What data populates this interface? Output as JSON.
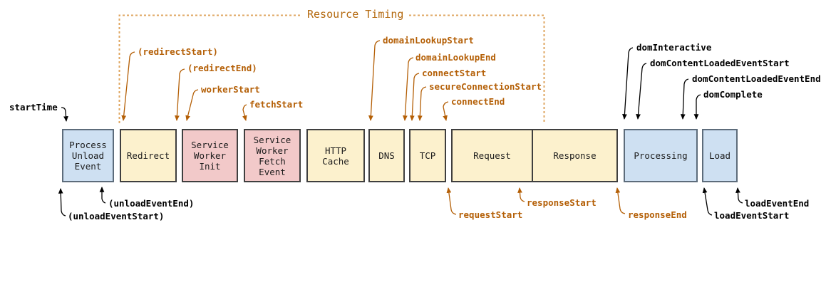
{
  "title": "Resource Timing",
  "colors": {
    "orange_label": "#b45f06",
    "orange_dash": "#dfa660",
    "black_label": "#000000",
    "box_blue": "#cee0f2",
    "box_yellow": "#fcf1cd",
    "box_pink": "#f2c9c9",
    "border_dark": "#3f3f3f",
    "border_blue": "#5d6c7b"
  },
  "boxes": [
    {
      "label": "Process\nUnload\nEvent",
      "color": "blue"
    },
    {
      "label": "Redirect",
      "color": "yellow"
    },
    {
      "label": "Service\nWorker\nInit",
      "color": "pink"
    },
    {
      "label": "Service\nWorker\nFetch\nEvent",
      "color": "pink"
    },
    {
      "label": "HTTP\nCache",
      "color": "yellow"
    },
    {
      "label": "DNS",
      "color": "yellow"
    },
    {
      "label": "TCP",
      "color": "yellow"
    },
    {
      "label": "Request",
      "color": "yellow"
    },
    {
      "label": "Response",
      "color": "yellow"
    },
    {
      "label": "Processing",
      "color": "blue"
    },
    {
      "label": "Load",
      "color": "blue"
    }
  ],
  "events": {
    "start_time": "startTime",
    "redirect_start": "(redirectStart)",
    "redirect_end": "(redirectEnd)",
    "worker_start": "workerStart",
    "fetch_start": "fetchStart",
    "domain_lookup_start": "domainLookupStart",
    "domain_lookup_end": "domainLookupEnd",
    "connect_start": "connectStart",
    "secure_connection_start": "secureConnectionStart",
    "connect_end": "connectEnd",
    "dom_interactive": "domInteractive",
    "dom_content_loaded_event_start": "domContentLoadedEventStart",
    "dom_content_loaded_event_end": "domContentLoadedEventEnd",
    "dom_complete": "domComplete",
    "unload_event_start": "(unloadEventStart)",
    "unload_event_end": "(unloadEventEnd)",
    "request_start": "requestStart",
    "response_start": "responseStart",
    "response_end": "responseEnd",
    "load_event_start": "loadEventStart",
    "load_event_end": "loadEventEnd"
  }
}
